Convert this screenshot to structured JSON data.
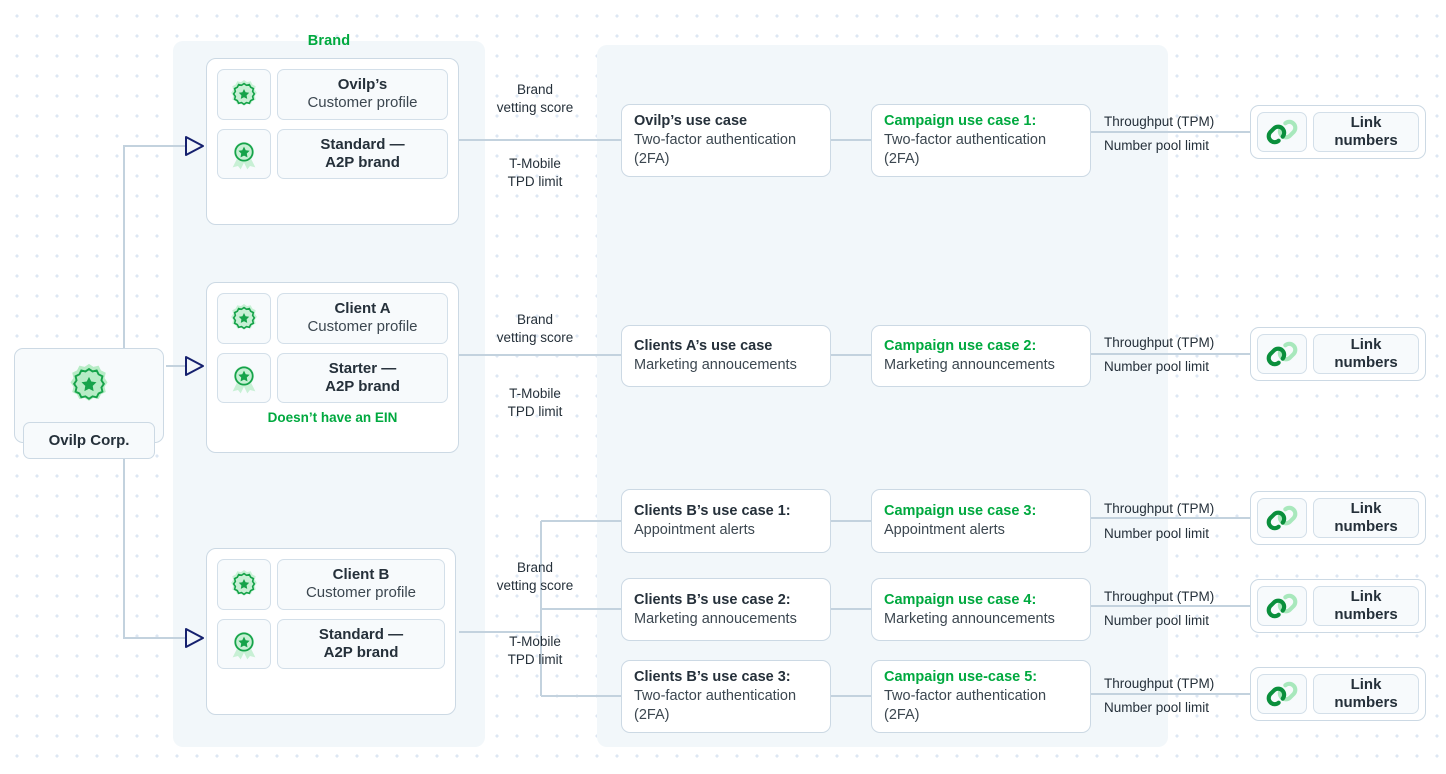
{
  "diagram": {
    "panels": {
      "brand": {
        "title": "Brand"
      },
      "usecases": {
        "title": ""
      }
    },
    "root": {
      "label": "Ovilp Corp.",
      "icon": "badge-star-icon"
    },
    "brands": [
      {
        "profile_name": "Ovilp’s",
        "profile_sub": "Customer profile",
        "profile_icon": "badge-star-icon",
        "brand_line1": "Standard —",
        "brand_line2": "A2P brand",
        "brand_icon": "award-ribbon-icon",
        "note": ""
      },
      {
        "profile_name": "Client A",
        "profile_sub": "Customer profile",
        "profile_icon": "badge-star-icon",
        "brand_line1": "Starter —",
        "brand_line2": "A2P brand",
        "brand_icon": "award-ribbon-icon",
        "note": "Doesn’t have an EIN"
      },
      {
        "profile_name": "Client B",
        "profile_sub": "Customer profile",
        "profile_icon": "badge-star-icon",
        "brand_line1": "Standard —",
        "brand_line2": "A2P brand",
        "brand_icon": "award-ribbon-icon",
        "note": ""
      }
    ],
    "edge_labels": {
      "brand_vetting": "Brand\nvetting score",
      "tmobile_tpd": "T-Mobile\nTPD limit",
      "throughput": "Throughput (TPM)",
      "number_pool": "Number pool limit"
    },
    "use_cases": [
      {
        "title": "Ovilp’s use case",
        "sub": "Two-factor authentication (2FA)"
      },
      {
        "title": "Clients A’s use case",
        "sub": "Marketing annoucements"
      },
      {
        "title": "Clients B’s use case 1:",
        "sub": "Appointment alerts"
      },
      {
        "title": "Clients B’s use case 2:",
        "sub": "Marketing annoucements"
      },
      {
        "title": "Clients B’s use case 3:",
        "sub": "Two-factor authentication (2FA)"
      }
    ],
    "campaigns": [
      {
        "title": "Campaign use case 1:",
        "sub": "Two-factor authentication (2FA)"
      },
      {
        "title": "Campaign use case 2:",
        "sub": "Marketing announcements"
      },
      {
        "title": "Campaign use case 3:",
        "sub": "Appointment alerts"
      },
      {
        "title": "Campaign use case 4:",
        "sub": "Marketing announcements"
      },
      {
        "title": "Campaign use-case 5:",
        "sub": "Two-factor authentication (2FA)"
      }
    ],
    "link_nodes": [
      {
        "line1": "Link",
        "line2": "numbers",
        "icon": "chain-link-icon"
      },
      {
        "line1": "Link",
        "line2": "numbers",
        "icon": "chain-link-icon"
      },
      {
        "line1": "Link",
        "line2": "numbers",
        "icon": "chain-link-icon"
      },
      {
        "line1": "Link",
        "line2": "numbers",
        "icon": "chain-link-icon"
      },
      {
        "line1": "Link",
        "line2": "numbers",
        "icon": "chain-link-icon"
      }
    ],
    "colors": {
      "accent_green": "#00a93f",
      "dark_green": "#0a8f3c",
      "light_green": "#a8e8bc",
      "panel_bg": "#f2f7fa",
      "border": "#ccd9e4",
      "arrow_navy": "#16216e",
      "wire": "#c3d2de",
      "text_dark": "#25303a",
      "dot_grid": "#dde7f3"
    }
  }
}
